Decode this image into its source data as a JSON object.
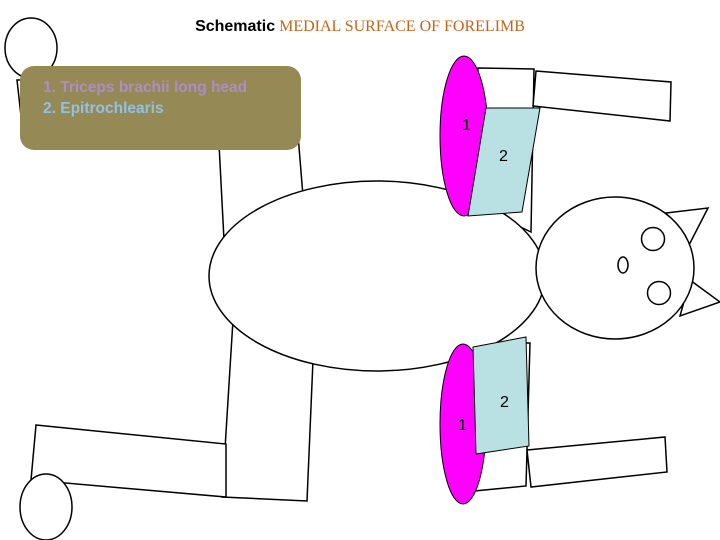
{
  "title": {
    "prefix": "Schematic",
    "main": "MEDIAL SURFACE OF FORELIMB"
  },
  "legend": {
    "items": [
      {
        "text": "1. Triceps brachii long head",
        "color": "#a98fc4"
      },
      {
        "text": "2. Epitrochlearis",
        "color": "#93c1e2"
      }
    ]
  },
  "labels": {
    "muscle1": "1",
    "muscle2": "2"
  },
  "colors": {
    "triceps_long_head": "#ff00ff",
    "epitrochlearis": "#b9e0e2",
    "legend_bg": "#958a55",
    "outline": "#000000",
    "title_accent": "#c0661c"
  }
}
